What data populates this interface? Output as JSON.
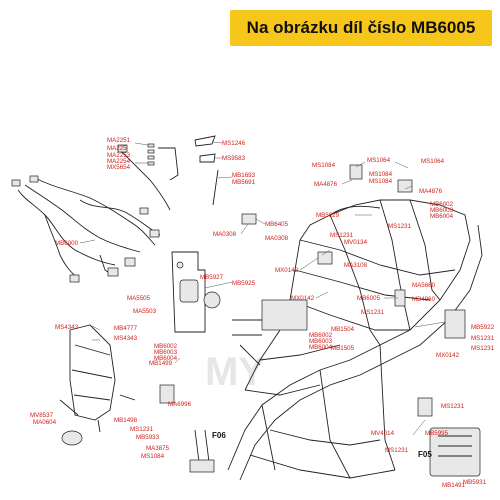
{
  "banner": {
    "text": "Na obrázku díl číslo MB6005"
  },
  "watermark": "MY",
  "accent_color": "#f7c61b",
  "label_color": "#d0201c",
  "labels": [
    {
      "id": "MA2251",
      "text": "MA2251"
    },
    {
      "id": "MA225",
      "text": "MA225"
    },
    {
      "id": "MS1246",
      "text": "MS1246"
    },
    {
      "id": "MA2253",
      "text": "MA2253"
    },
    {
      "id": "MA2254",
      "text": "MA2254"
    },
    {
      "id": "MX5654",
      "text": "MX5654"
    },
    {
      "id": "MS9583",
      "text": "MS9583"
    },
    {
      "id": "MB1693",
      "text": "MB1693"
    },
    {
      "id": "MB5691",
      "text": "MB5691"
    },
    {
      "id": "MB6000",
      "text": "MB6000"
    },
    {
      "id": "MB6405",
      "text": "MB6405"
    },
    {
      "id": "MA0308a",
      "text": "MA0308"
    },
    {
      "id": "MA0308b",
      "text": "MA0308"
    },
    {
      "id": "MS1084a",
      "text": "MS1084"
    },
    {
      "id": "MS1064a",
      "text": "MS1064"
    },
    {
      "id": "MS1084b",
      "text": "MS1084"
    },
    {
      "id": "MS1064b",
      "text": "MS1064"
    },
    {
      "id": "MA4876a",
      "text": "MA4876"
    },
    {
      "id": "MS1084c",
      "text": "MS1084"
    },
    {
      "id": "MA4876b",
      "text": "MA4876"
    },
    {
      "id": "MB6002a",
      "text": "MB6002"
    },
    {
      "id": "MB6003a",
      "text": "MB6003"
    },
    {
      "id": "MB6004a",
      "text": "MB6004"
    },
    {
      "id": "MB5929",
      "text": "MB5929"
    },
    {
      "id": "MS1231a",
      "text": "MS1231"
    },
    {
      "id": "MS1231b",
      "text": "MS1231"
    },
    {
      "id": "MV0134",
      "text": "MV0134"
    },
    {
      "id": "MB5927",
      "text": "MB5927"
    },
    {
      "id": "MB5925",
      "text": "MB5925"
    },
    {
      "id": "MX0142a",
      "text": "MX0142"
    },
    {
      "id": "MA3108",
      "text": "MA3108"
    },
    {
      "id": "MA5660",
      "text": "MA5660"
    },
    {
      "id": "MA5505",
      "text": "MA5505"
    },
    {
      "id": "MA5503",
      "text": "MA5503"
    },
    {
      "id": "MX0142b",
      "text": "MX0142"
    },
    {
      "id": "MB6005",
      "text": "MB6005"
    },
    {
      "id": "MB4960",
      "text": "MB4960"
    },
    {
      "id": "MS1231c",
      "text": "MS1231"
    },
    {
      "id": "MS4343a",
      "text": "MS4343"
    },
    {
      "id": "MB4777",
      "text": "MB4777"
    },
    {
      "id": "MS4343b",
      "text": "MS4343"
    },
    {
      "id": "MB6002b",
      "text": "MB6002"
    },
    {
      "id": "MB6003b",
      "text": "MB6003"
    },
    {
      "id": "MB6004b",
      "text": "MB6004"
    },
    {
      "id": "MB1504",
      "text": "MB1504"
    },
    {
      "id": "MB6002c",
      "text": "MB6002"
    },
    {
      "id": "MB6003c",
      "text": "MB6003"
    },
    {
      "id": "MB6004c",
      "text": "MB6004"
    },
    {
      "id": "MB1505",
      "text": "MB1505"
    },
    {
      "id": "MB5922",
      "text": "MB5922"
    },
    {
      "id": "MS1231d",
      "text": "MS1231"
    },
    {
      "id": "MS1231e",
      "text": "MS1231"
    },
    {
      "id": "MX0142c",
      "text": "MX0142"
    },
    {
      "id": "MB1499",
      "text": "MB1499"
    },
    {
      "id": "MA6996",
      "text": "MA6996"
    },
    {
      "id": "MV8537",
      "text": "MV8537"
    },
    {
      "id": "MA0604",
      "text": "MA0604"
    },
    {
      "id": "MB1498",
      "text": "MB1498"
    },
    {
      "id": "MS1231f",
      "text": "MS1231"
    },
    {
      "id": "MB5933",
      "text": "MB5933"
    },
    {
      "id": "MA3875",
      "text": "MA3875"
    },
    {
      "id": "MS1084d",
      "text": "MS1084"
    },
    {
      "id": "MS1231g",
      "text": "MS1231"
    },
    {
      "id": "MV4014",
      "text": "MV4014"
    },
    {
      "id": "MB5995",
      "text": "MB5995"
    },
    {
      "id": "MS1231h",
      "text": "MS1231"
    },
    {
      "id": "MB1491",
      "text": "MB1491"
    },
    {
      "id": "MB5931",
      "text": "MB5931"
    }
  ],
  "sections": [
    {
      "id": "F06",
      "text": "F06"
    },
    {
      "id": "F05",
      "text": "F05"
    }
  ]
}
